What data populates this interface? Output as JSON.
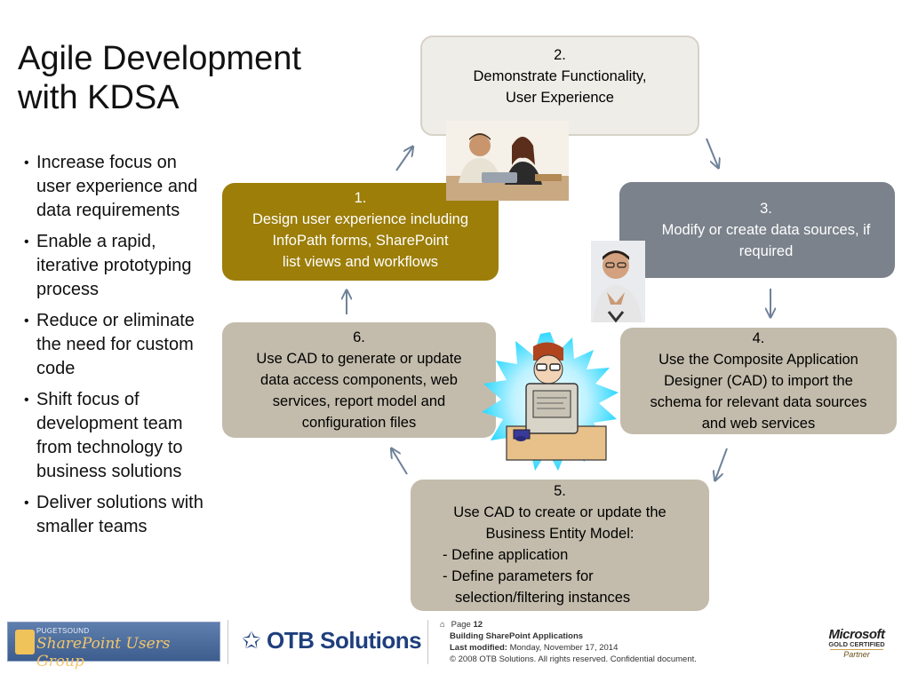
{
  "slide": {
    "title_line1": "Agile Development",
    "title_line2": "with KDSA"
  },
  "bullets": [
    "Increase focus on user experience and data requirements",
    "Enable a rapid, iterative prototyping process",
    "Reduce or eliminate the need for custom code",
    "Shift focus of development team from technology to business solutions",
    "Deliver solutions with smaller teams"
  ],
  "steps": {
    "s1": {
      "num": "1.",
      "lines": [
        "Design user experience including",
        "InfoPath forms, SharePoint",
        "list views and workflows"
      ]
    },
    "s2": {
      "num": "2.",
      "lines": [
        "Demonstrate Functionality,",
        "User Experience"
      ]
    },
    "s3": {
      "num": "3.",
      "lines": [
        "Modify or create data sources, if",
        "required"
      ]
    },
    "s4": {
      "num": "4.",
      "lines": [
        "Use the Composite Application",
        "Designer (CAD) to import the",
        "schema for relevant data sources",
        "and web services"
      ]
    },
    "s5": {
      "num": "5.",
      "lines": [
        "Use CAD to create or update the",
        "Business Entity Model:"
      ],
      "sub": [
        "- Define application",
        "-  Define parameters for"
      ],
      "sub2": "selection/filtering instances"
    },
    "s6": {
      "num": "6.",
      "lines": [
        "Use CAD to generate or update",
        "data access components, web",
        "services, report model and",
        "configuration files"
      ]
    }
  },
  "colors": {
    "step1": "#9c7e08",
    "step3": "#7b828c",
    "step_tan": "#c3bcac",
    "step2": "#efede8",
    "arrow": "#6e8199"
  },
  "footer": {
    "user_group_small": "PUGETSOUND",
    "user_group_big": "SharePoint Users Group",
    "company": "OTB Solutions",
    "page_label": "Page",
    "page_number": "12",
    "doc_title": "Building SharePoint Applications",
    "last_modified_label": "Last modified:",
    "last_modified_value": "Monday, November 17, 2014",
    "copyright": "© 2008 OTB Solutions. All rights reserved. Confidential document.",
    "ms_brand": "Microsoft",
    "ms_cert": "GOLD CERTIFIED",
    "ms_partner": "Partner"
  }
}
